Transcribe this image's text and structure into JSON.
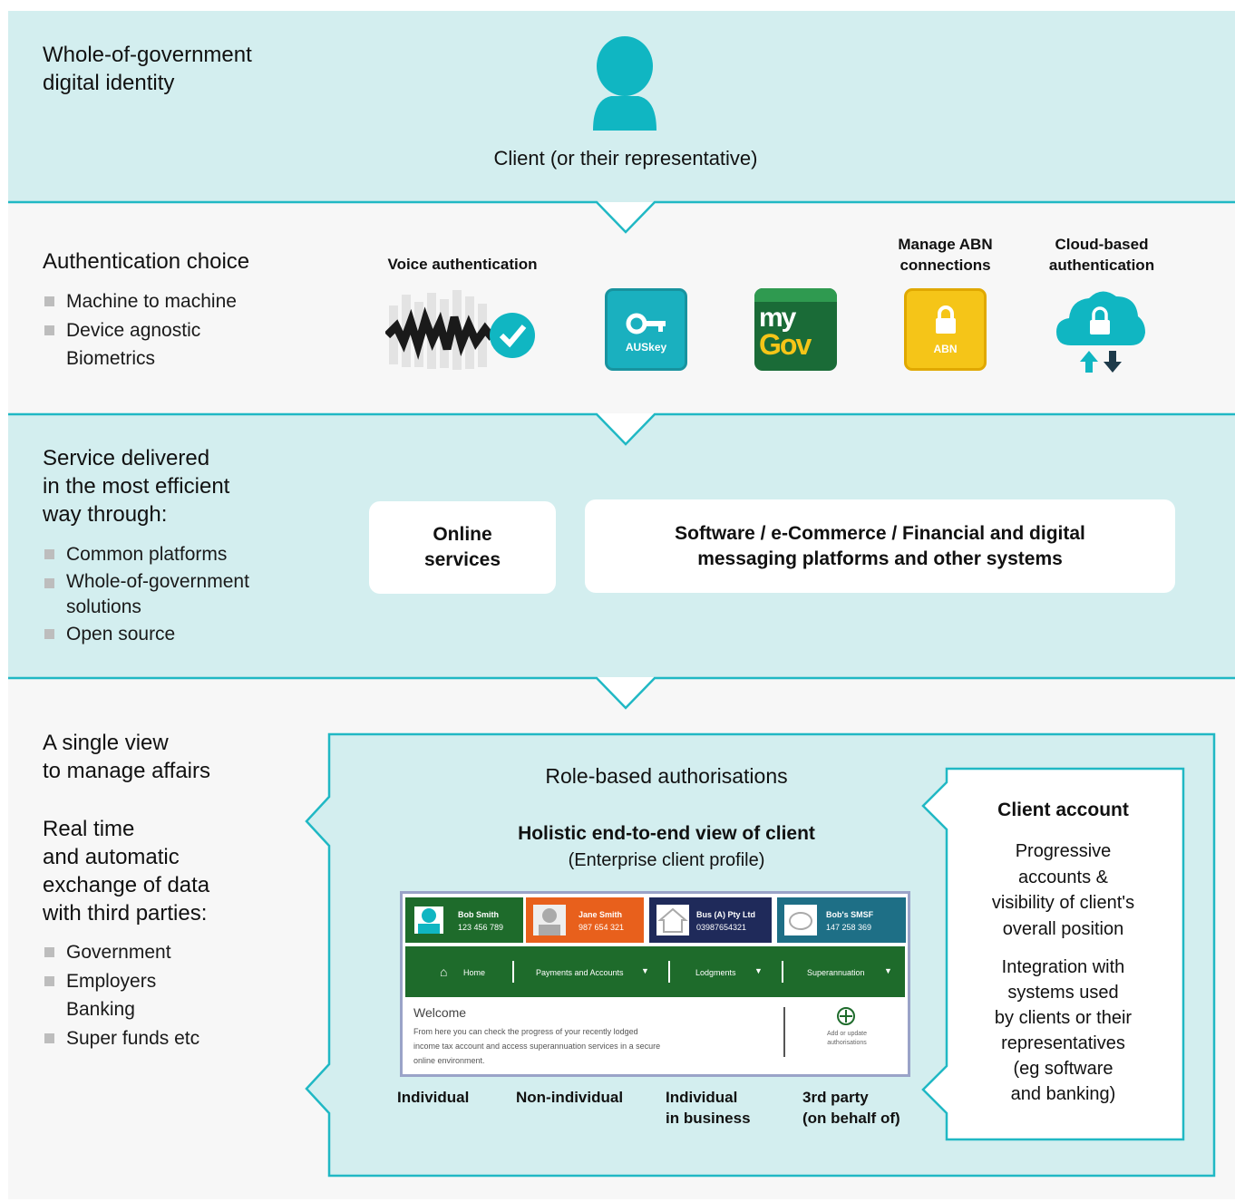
{
  "top": {
    "title_line1": "Whole-of-government",
    "title_line2": "digital identity",
    "client_label": "Client (or their representative)"
  },
  "auth": {
    "title": "Authentication choice",
    "bullets": [
      "Machine to machine",
      "Device agnostic",
      "Biometrics"
    ],
    "voice_label": "Voice authentication",
    "auskey_label": "AUSkey",
    "mygov_line1": "my",
    "mygov_line2": "Gov",
    "abn_title_line1": "Manage ABN",
    "abn_title_line2": "connections",
    "abn_label": "ABN",
    "cloud_title_line1": "Cloud-based",
    "cloud_title_line2": "authentication"
  },
  "service": {
    "title_line1": "Service delivered",
    "title_line2": "in the most efficient",
    "title_line3": "way through:",
    "bullets": [
      "Common platforms",
      "Whole-of-government",
      "solutions",
      "Open source"
    ],
    "online_line1": "Online",
    "online_line2": "services",
    "software_line1": "Software / e-Commerce / Financial and digital",
    "software_line2": "messaging platforms and other systems"
  },
  "view": {
    "title_line1": "A single view",
    "title_line2": "to manage affairs",
    "realtime_line1": "Real time",
    "realtime_line2": "and automatic",
    "realtime_line3": "exchange of data",
    "realtime_line4": "with third parties:",
    "bullets": [
      "Government",
      "Employers",
      "Banking",
      "Super funds etc"
    ],
    "role_title": "Role-based authorisations",
    "holistic_title": "Holistic end-to-end view of client",
    "holistic_sub": "(Enterprise client profile)",
    "roles": [
      {
        "line1": "Individual",
        "line2": ""
      },
      {
        "line1": "Non-individual",
        "line2": ""
      },
      {
        "line1": "Individual",
        "line2": "in business"
      },
      {
        "line1": "3rd party",
        "line2": "(on behalf of)"
      }
    ],
    "account_title": "Client account",
    "account_p1": [
      "Progressive",
      "accounts &",
      "visibility of client's",
      "overall position"
    ],
    "account_p2": [
      "Integration with",
      "systems used",
      "by clients or their",
      "representatives",
      "(eg software",
      "and banking)"
    ]
  },
  "mock": {
    "tabs": [
      {
        "name": "Bob Smith",
        "id": "123 456 789",
        "color": "#1e6b2b"
      },
      {
        "name": "Jane Smith",
        "id": "987 654 321",
        "color": "#e8601c"
      },
      {
        "name": "Bus (A) Pty Ltd",
        "id": "03987654321",
        "color": "#1f2a5a"
      },
      {
        "name": "Bob's SMSF",
        "id": "147 258 369",
        "color": "#1e6f86"
      }
    ],
    "nav": [
      "Home",
      "Payments and Accounts",
      "Lodgments",
      "Superannuation"
    ],
    "welcome": "Welcome",
    "body": [
      "From here you can check the progress of your recently lodged",
      "income tax account and access superannuation services in a secure",
      "online environment."
    ],
    "add_line1": "Add or update",
    "add_line2": "authorisations"
  },
  "colors": {
    "teal_band": "#d3eeef",
    "teal_accent": "#20b8c4",
    "mygov_green": "#1a6b37",
    "abn_yellow": "#f5c518"
  }
}
